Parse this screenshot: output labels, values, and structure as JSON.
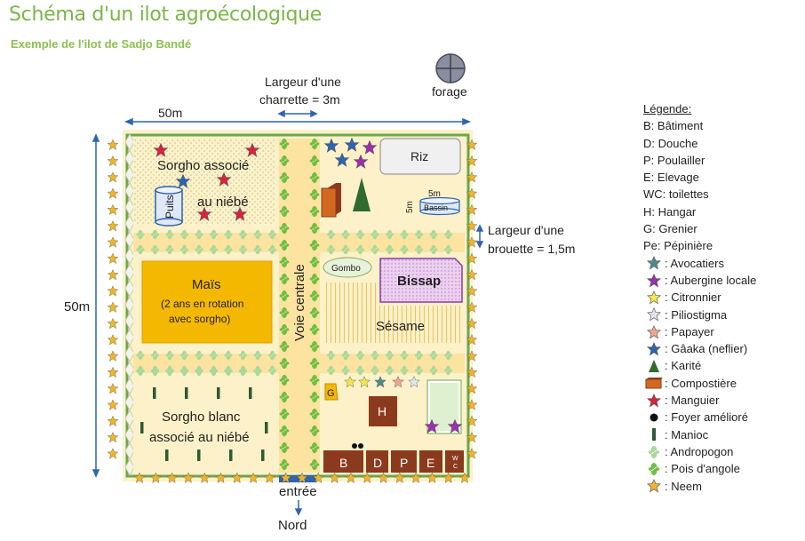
{
  "title": "Schéma d'un ilot agroécologique",
  "subtitle": "Exemple de l'ilot de Sadjo Bandé",
  "annotations": {
    "forage": "forage",
    "charrette": "Largeur d'une\ncharrette = 3m",
    "width_top": "50m",
    "height_left": "50m",
    "brouette": "Largeur d'une\nbrouette = 1,5m",
    "entree": "entrée",
    "nord": "Nord"
  },
  "plots": {
    "sorgho_niebe": "Sorgho associé\nau niébé",
    "puits": "Puits",
    "riz": "Riz",
    "bassin": "Bassin",
    "bassin_w": "5m",
    "bassin_h": "5m",
    "gombo": "Gombo",
    "bissap": "Bissap",
    "mais": "Maïs",
    "mais_note": "(2 ans en rotation\navec sorgho)",
    "voie": "Voie centrale",
    "sesame": "Sésame",
    "sorgho_blanc": "Sorgho blanc\nassocié au niébé",
    "grenier": "G",
    "hangar": "H",
    "batiment": "B",
    "douche": "D",
    "poulailler": "P",
    "elevage": "E",
    "wc": "W\nC"
  },
  "legend": {
    "title": "Légende:",
    "items": [
      {
        "icon": "none",
        "label": "B: Bâtiment"
      },
      {
        "icon": "none",
        "label": "D: Douche"
      },
      {
        "icon": "none",
        "label": "P: Poulailler"
      },
      {
        "icon": "none",
        "label": "E: Elevage"
      },
      {
        "icon": "none",
        "label": "WC: toilettes"
      },
      {
        "icon": "none",
        "label": "H: Hangar"
      },
      {
        "icon": "none",
        "label": "G: Grenier"
      },
      {
        "icon": "none",
        "label": "Pe: Pépinière"
      },
      {
        "icon": "star",
        "color": "#4f8a8b",
        "label": ": Avocatiers"
      },
      {
        "icon": "star",
        "color": "#9b2fae",
        "label": ": Aubergine locale"
      },
      {
        "icon": "star",
        "color": "#f3e84a",
        "label": ": Citronnier"
      },
      {
        "icon": "star",
        "color": "#dfe6f2",
        "label": ": Piliostigma"
      },
      {
        "icon": "star",
        "color": "#f2a58e",
        "label": ": Papayer"
      },
      {
        "icon": "star",
        "color": "#2e64b0",
        "label": ": Gâaka (neflier)"
      },
      {
        "icon": "tree",
        "color": "#2f6b2f",
        "label": ": Karité"
      },
      {
        "icon": "compost",
        "color": "#d2691e",
        "label": ": Compostière"
      },
      {
        "icon": "star",
        "color": "#d6243c",
        "label": ": Manguier"
      },
      {
        "icon": "dot",
        "color": "#111111",
        "label": ": Foyer amélioré"
      },
      {
        "icon": "bar",
        "color": "#2f5a33",
        "label": ": Manioc"
      },
      {
        "icon": "shrub",
        "color": "#a8d99a",
        "label": ": Andropogon"
      },
      {
        "icon": "leaf",
        "color": "#6fbf44",
        "label": ": Pois d'angole"
      },
      {
        "icon": "star",
        "color": "#f0b429",
        "label": ": Neem"
      }
    ]
  },
  "colors": {
    "field": "#fdf1c9",
    "mais": "#f5b800",
    "road": "#fde3a0",
    "border": "#6aa84f",
    "bissap": "#e8c8ee",
    "bissap_border": "#8e3a9e",
    "brown": "#8b3a1e",
    "neem": "#f0b429",
    "blue": "#2e64b0",
    "red": "#d6243c",
    "purple": "#9b2fae"
  }
}
